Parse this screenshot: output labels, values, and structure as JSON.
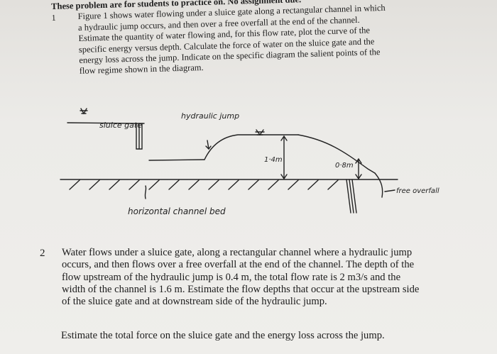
{
  "problem1": {
    "heading": "These problem are for students to practice on. No assignment due.",
    "number": "1",
    "lines": [
      "Figure 1 shows water flowing under a sluice gate along a rectangular channel in which",
      "a hydraulic jump occurs, and then over a free overfall at the end of the channel.",
      "Estimate the quantity of water flowing and, for this flow rate, plot the curve of the",
      "specific energy versus depth. Calculate the force of water on the sluice gate and the",
      "energy loss across the jump. Indicate on the specific diagram the salient points of the",
      "flow regime shown in the diagram."
    ]
  },
  "figure": {
    "sluice_gate": "sluice gate",
    "hydraulic_jump": "hydraulic jump",
    "depth_jump": "1·4m",
    "depth_end": "0·8m",
    "free_overfall": "free overfall",
    "channel_bed": "horizontal channel bed"
  },
  "problem2": {
    "number": "2",
    "lines": [
      "Water flows under a sluice gate, along a rectangular channel where a hydraulic jump",
      "occurs, and then flows over a free overfall at the end of the channel. The depth of the",
      "flow upstream of the hydraulic jump is 0.4 m, the total flow rate is 2 m3/s and the",
      "width of the channel is 1.6 m. Estimate the flow depths that occur at the upstream side",
      "of the sluice gate and at downstream side of the hydraulic jump."
    ],
    "last_line": "Estimate the total force on the sluice gate and the energy loss across the jump."
  }
}
